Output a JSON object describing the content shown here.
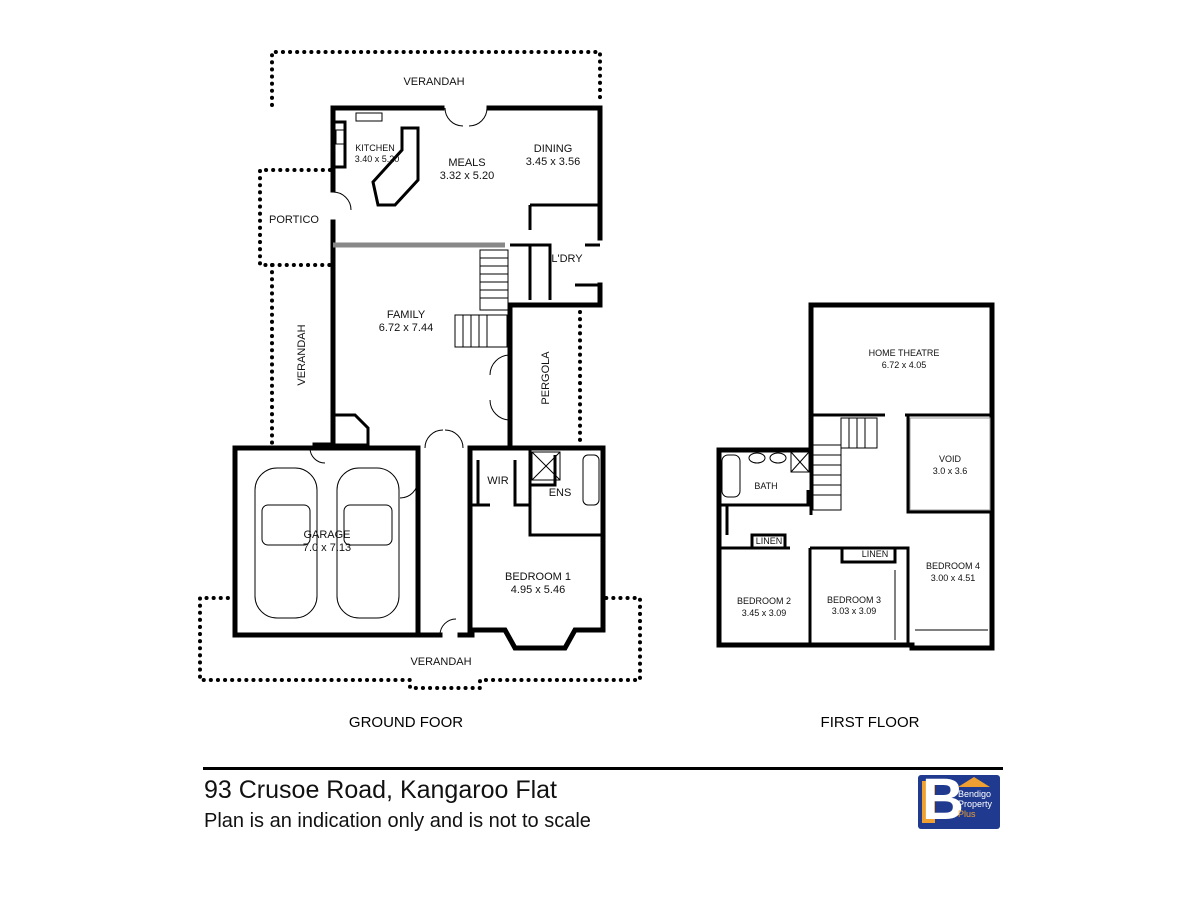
{
  "rooms": {
    "verandah_top": "VERANDAH",
    "kitchen": "KITCHEN",
    "kitchen_dim": "3.40 x 5.20",
    "meals": "MEALS",
    "meals_dim": "3.32 x 5.20",
    "dining": "DINING",
    "dining_dim": "3.45 x 3.56",
    "portico": "PORTICO",
    "laundry": "L'DRY",
    "family": "FAMILY",
    "family_dim": "6.72 x 7.44",
    "verandah_left": "VERANDAH",
    "pergola": "PERGOLA",
    "garage": "GARAGE",
    "garage_dim": "7.0 x 7.13",
    "wir": "WIR",
    "ens": "ENS",
    "bedroom1": "BEDROOM 1",
    "bedroom1_dim": "4.95 x 5.46",
    "verandah_bottom": "VERANDAH",
    "home_theatre": "HOME THEATRE",
    "home_theatre_dim": "6.72 x 4.05",
    "void": "VOID",
    "void_dim": "3.0 x 3.6",
    "bath": "BATH",
    "linen1": "LINEN",
    "linen2": "LINEN",
    "bedroom2": "BEDROOM 2",
    "bedroom2_dim": "3.45 x 3.09",
    "bedroom3": "BEDROOM 3",
    "bedroom3_dim": "3.03 x 3.09",
    "bedroom4": "BEDROOM 4",
    "bedroom4_dim": "3.00 x 4.51"
  },
  "floors": {
    "ground": "GROUND FOOR",
    "first": "FIRST FLOOR"
  },
  "footer": {
    "address": "93 Crusoe Road, Kangaroo Flat",
    "disclaimer": "Plan is an indication only and is not to scale"
  },
  "logo": {
    "letter": "B",
    "line1": "Bendigo",
    "line2": "Property",
    "line3": "Plus",
    "brand_color": "#1f3a8f",
    "accent_color": "#f0a030"
  }
}
